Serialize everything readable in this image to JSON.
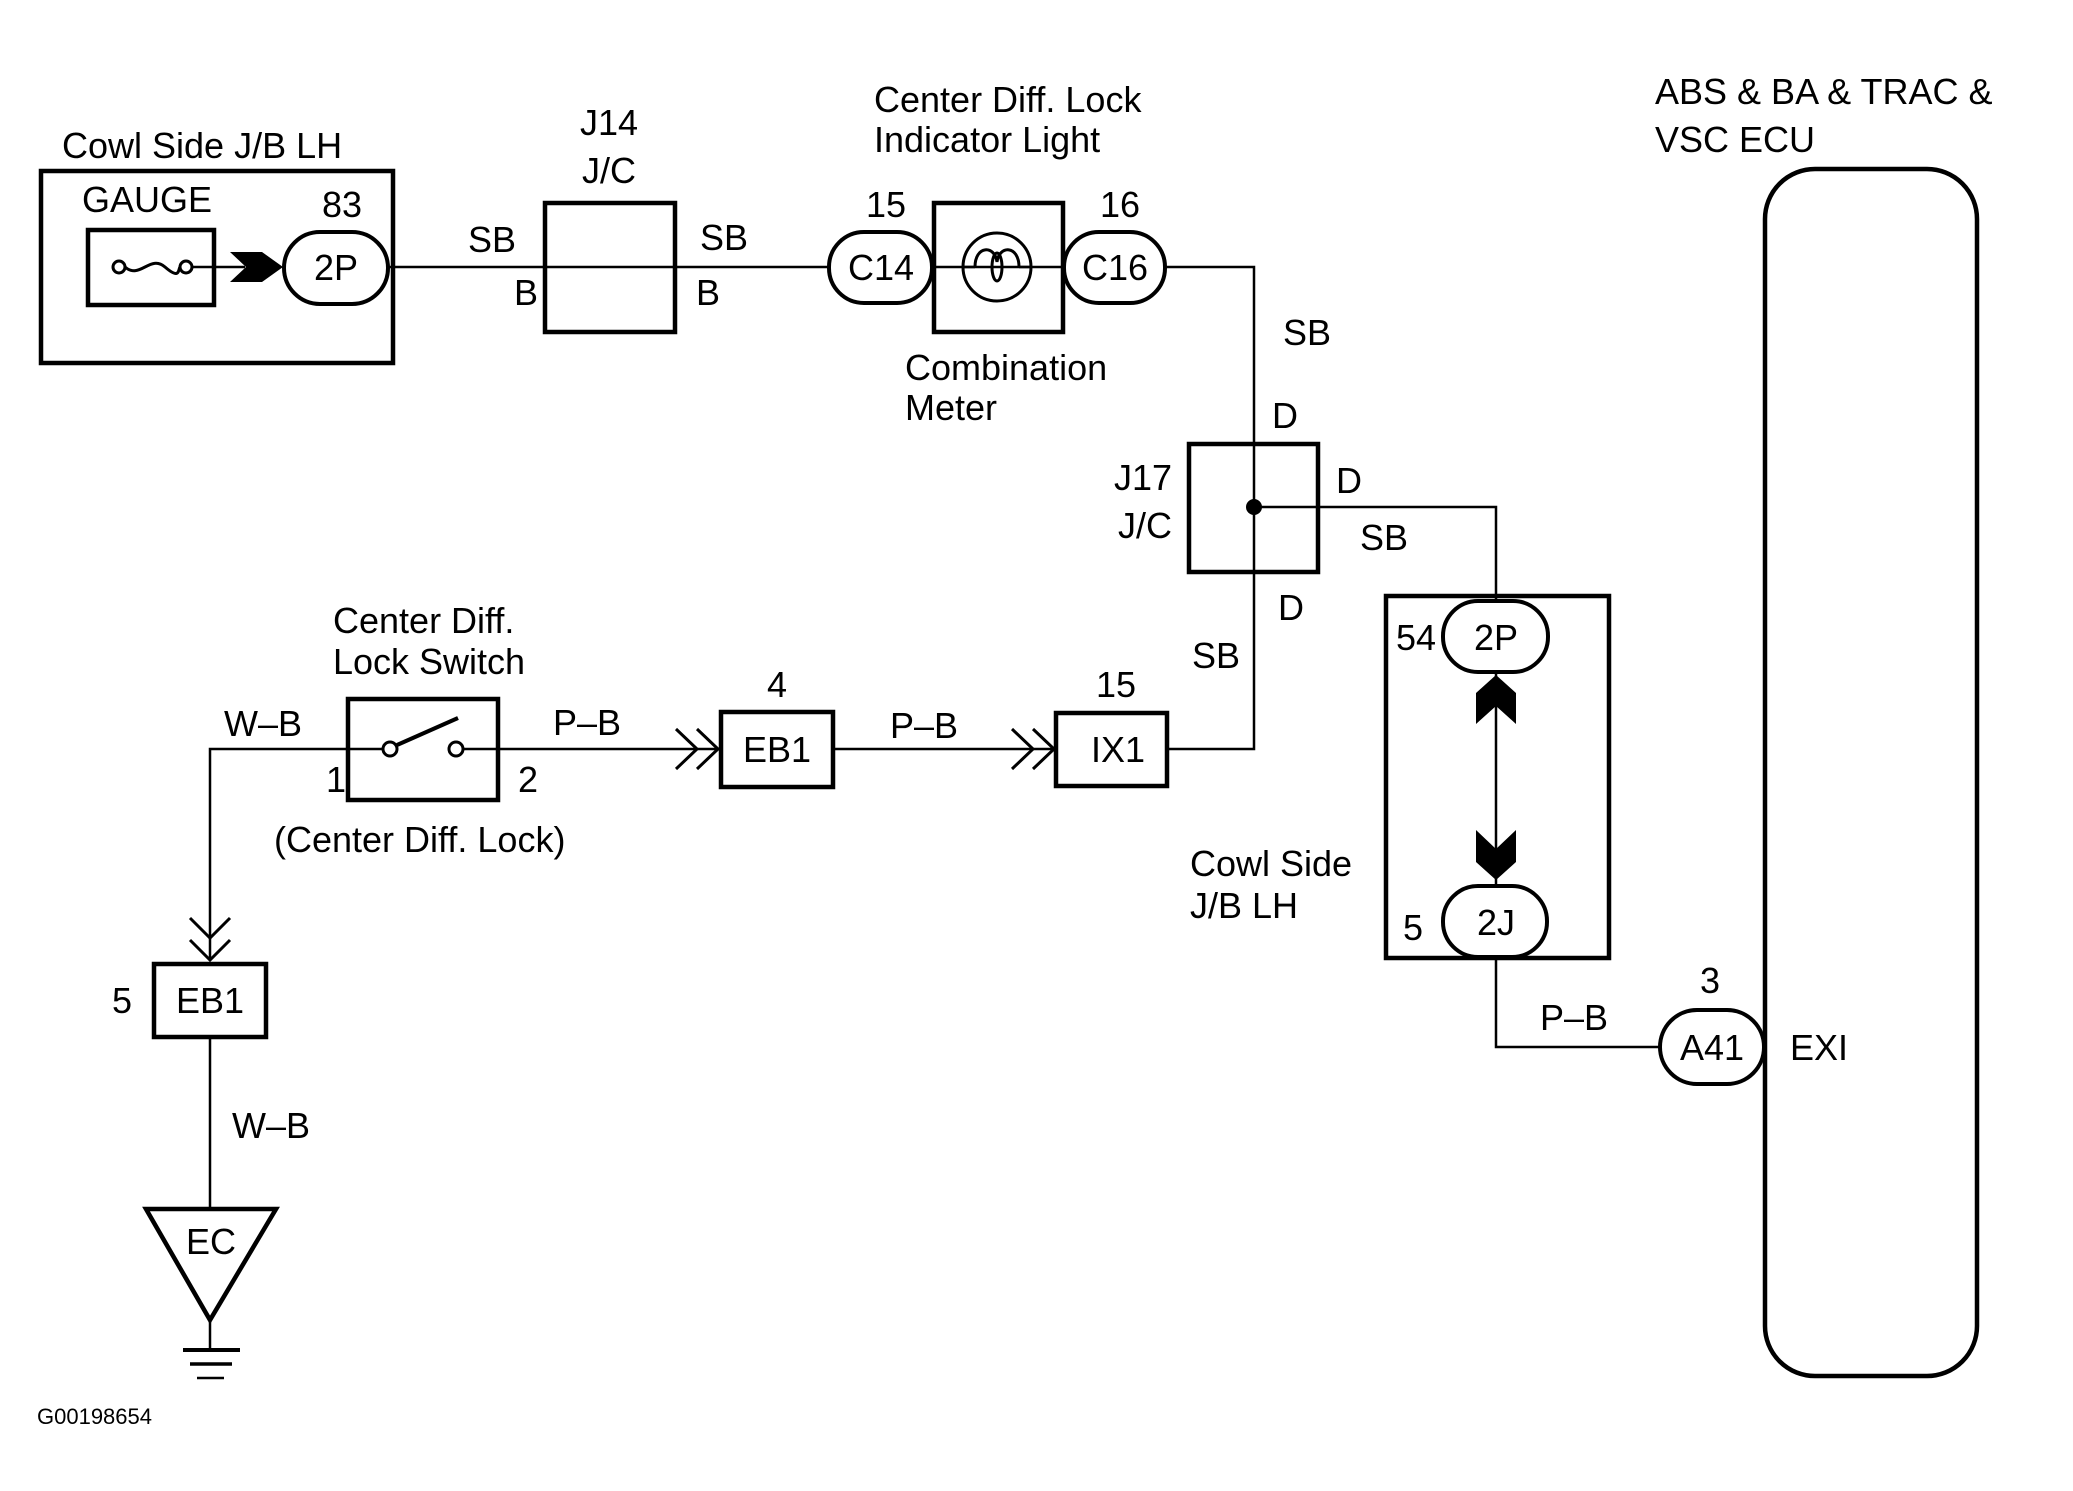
{
  "diagram": {
    "figure_code": "G00198654",
    "components": {
      "cowl_jb_top": {
        "title": "Cowl Side J/B LH",
        "fuse_label": "GAUGE",
        "pin": "83",
        "connector": "2P"
      },
      "j14": {
        "name": "J14",
        "type": "J/C",
        "left_top": "SB",
        "left_bottom": "B",
        "right_top": "SB",
        "right_bottom": "B"
      },
      "indicator": {
        "title_line1": "Center Diff. Lock",
        "title_line2": "Indicator Light",
        "meter_line1": "Combination",
        "meter_line2": "Meter"
      },
      "c14": {
        "pin": "15",
        "connector": "C14"
      },
      "c16": {
        "pin": "16",
        "connector": "C16"
      },
      "j17": {
        "name": "J17",
        "type": "J/C",
        "top": "D",
        "right": "D",
        "bottom": "D"
      },
      "switch": {
        "title_line1": "Center Diff.",
        "title_line2": "Lock Switch",
        "caption": "(Center Diff. Lock)",
        "pin_left": "1",
        "pin_right": "2"
      },
      "eb1_right": {
        "pin": "4",
        "connector": "EB1"
      },
      "ix1": {
        "pin": "15",
        "connector": "IX1"
      },
      "cowl_jb_bottom": {
        "title_line1": "Cowl Side",
        "title_line2": "J/B LH",
        "top_pin": "54",
        "top_connector": "2P",
        "bottom_pin": "5",
        "bottom_connector": "2J"
      },
      "a41": {
        "pin": "3",
        "connector": "A41",
        "terminal": "EXI"
      },
      "ecu": {
        "title_line1": "ABS & BA & TRAC &",
        "title_line2": "VSC ECU"
      },
      "eb1_ground": {
        "pin": "5",
        "connector": "EB1"
      },
      "ground": {
        "label": "EC"
      }
    },
    "wire_colors": {
      "c16_to_j17": "SB",
      "j17_to_cowl": "SB",
      "j17_to_ix1": "SB",
      "switch_left": "W–B",
      "switch_to_eb1": "P–B",
      "eb1_to_ix1": "P–B",
      "cowl_to_a41": "P–B",
      "eb1_to_ground": "W–B"
    }
  }
}
